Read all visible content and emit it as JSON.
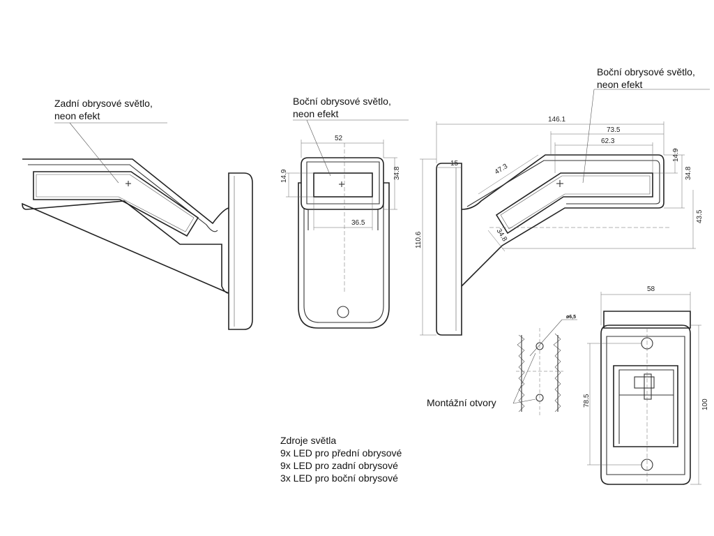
{
  "labels": {
    "rear_light": [
      "Zadní obrysové světlo,",
      "neon efekt"
    ],
    "side_light_front": [
      "Boční obrysové světlo,",
      "neon efekt"
    ],
    "side_light_right": [
      "Boční obrysové světlo,",
      "neon efekt"
    ],
    "mounting_holes": "Montážní otvory",
    "hole_diameter": "ø6,5"
  },
  "light_sources": {
    "heading": "Zdroje světla",
    "items": [
      "9x LED pro přední obrysové",
      "9x LED pro zadní obrysové",
      "3x LED pro boční obrysové"
    ]
  },
  "dimensions": {
    "front_width": "52",
    "front_lens_height": "14.9",
    "front_body_height": "34.8",
    "front_lens_width": "36.5",
    "side_overall_length": "146.1",
    "side_upper_length": "73.5",
    "side_lens_length": "62.3",
    "side_offset": "15",
    "side_diag_length": "47.3",
    "side_diag_height": "34.8",
    "side_lens_height": "14.9",
    "side_body_height": "34.8",
    "side_total_height": "43.5",
    "overall_height": "110.6",
    "base_width": "58",
    "hole_spacing": "78.5",
    "base_height": "100"
  }
}
